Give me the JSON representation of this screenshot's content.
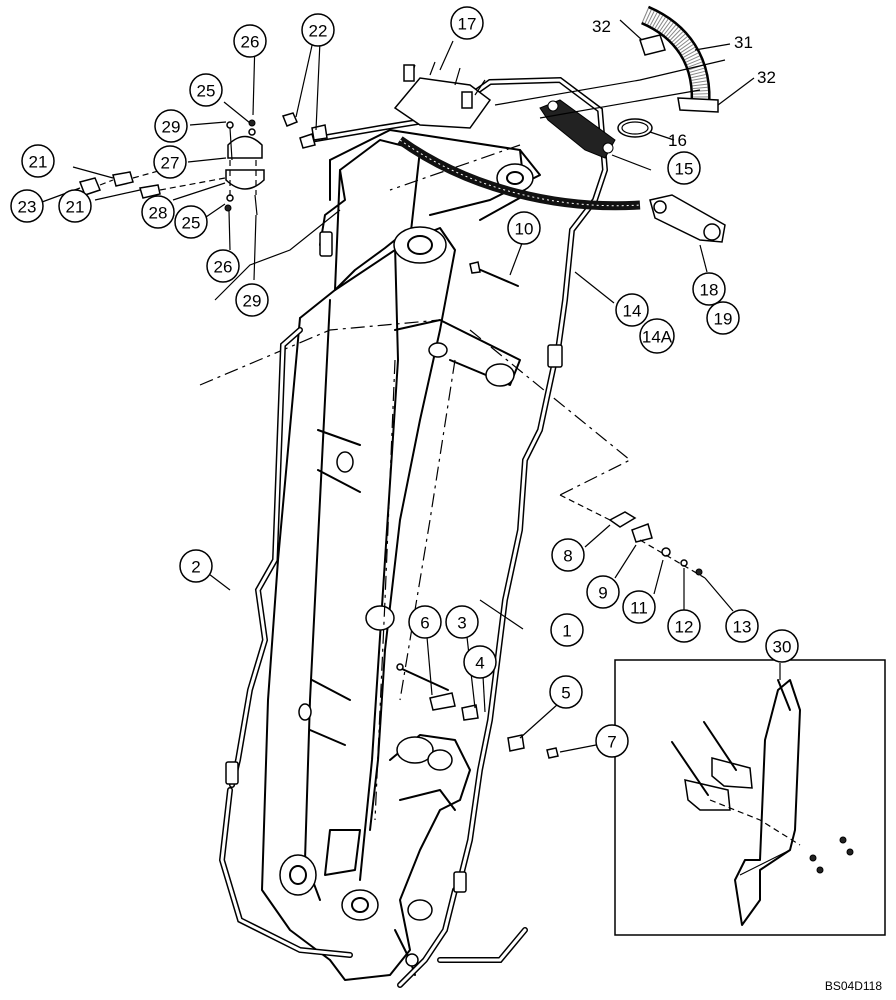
{
  "drawing_code": "BS04D118",
  "callouts": [
    {
      "id": "c1",
      "label": "1"
    },
    {
      "id": "c2",
      "label": "2"
    },
    {
      "id": "c3",
      "label": "3"
    },
    {
      "id": "c4",
      "label": "4"
    },
    {
      "id": "c5",
      "label": "5"
    },
    {
      "id": "c6",
      "label": "6"
    },
    {
      "id": "c7",
      "label": "7"
    },
    {
      "id": "c8",
      "label": "8"
    },
    {
      "id": "c9",
      "label": "9"
    },
    {
      "id": "c10",
      "label": "10"
    },
    {
      "id": "c11",
      "label": "11"
    },
    {
      "id": "c12",
      "label": "12"
    },
    {
      "id": "c13",
      "label": "13"
    },
    {
      "id": "c14",
      "label": "14"
    },
    {
      "id": "c14a",
      "label": "14A"
    },
    {
      "id": "c15",
      "label": "15"
    },
    {
      "id": "c17",
      "label": "17"
    },
    {
      "id": "c18",
      "label": "18"
    },
    {
      "id": "c19",
      "label": "19"
    },
    {
      "id": "c21a",
      "label": "21"
    },
    {
      "id": "c21b",
      "label": "21"
    },
    {
      "id": "c22",
      "label": "22"
    },
    {
      "id": "c23",
      "label": "23"
    },
    {
      "id": "c25a",
      "label": "25"
    },
    {
      "id": "c25b",
      "label": "25"
    },
    {
      "id": "c26a",
      "label": "26"
    },
    {
      "id": "c26b",
      "label": "26"
    },
    {
      "id": "c27",
      "label": "27"
    },
    {
      "id": "c28",
      "label": "28"
    },
    {
      "id": "c29a",
      "label": "29"
    },
    {
      "id": "c29b",
      "label": "29"
    },
    {
      "id": "c30",
      "label": "30"
    }
  ],
  "plain_labels": [
    {
      "id": "l16",
      "label": "16"
    },
    {
      "id": "l31",
      "label": "31"
    },
    {
      "id": "l32a",
      "label": "32"
    },
    {
      "id": "l32b",
      "label": "32"
    }
  ]
}
